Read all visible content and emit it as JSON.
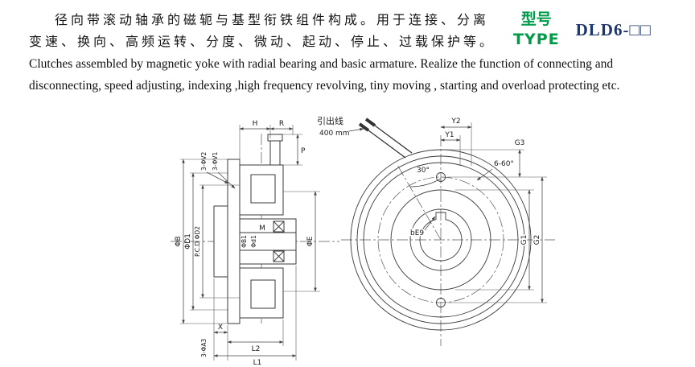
{
  "header": {
    "cn_line1": "径向带滚动轴承的磁轭与基型衔铁组件构成。用于连接、分离",
    "cn_line2": "变速、换向、高频运转、分度、微动、起动、停止、过载保护等。",
    "model_label_cn": "型号",
    "model_label_en": "TYPE",
    "model_value": "DLD6-□□",
    "en_desc": "Clutches assembled by magnetic yoke with radial bearing and basic armature. Realize the function of connecting and disconnecting, speed adjusting, indexing ,high frequency revolving, tiny moving , starting and overload protecting etc."
  },
  "colors": {
    "green": "#009b48",
    "navy": "#1f3468",
    "ink": "#1a1a1a",
    "line": "#3a3a3a"
  },
  "section_view": {
    "dims": {
      "H": "H",
      "R": "R",
      "P": "P",
      "v2": "3-ΦV2",
      "v1": "3-ΦV1",
      "phiB": "ΦB",
      "phiD1": "ΦD1",
      "pcd": "P.C.D ΦD2",
      "phiB1": "ΦB1",
      "phid1": "Φd1",
      "M": "M",
      "phiE": "ΦE",
      "X": "X",
      "L2": "L2",
      "L1": "L1",
      "a3": "3-ΦA3"
    }
  },
  "front_view": {
    "labels": {
      "lead_wire": "引出线",
      "lead_len": "400 mm",
      "angle30": "30°",
      "Y2": "Y2",
      "Y1": "Y1",
      "G3": "G3",
      "holes": "6-60°",
      "G1": "G1",
      "G2": "G2",
      "key": "bE9"
    }
  }
}
